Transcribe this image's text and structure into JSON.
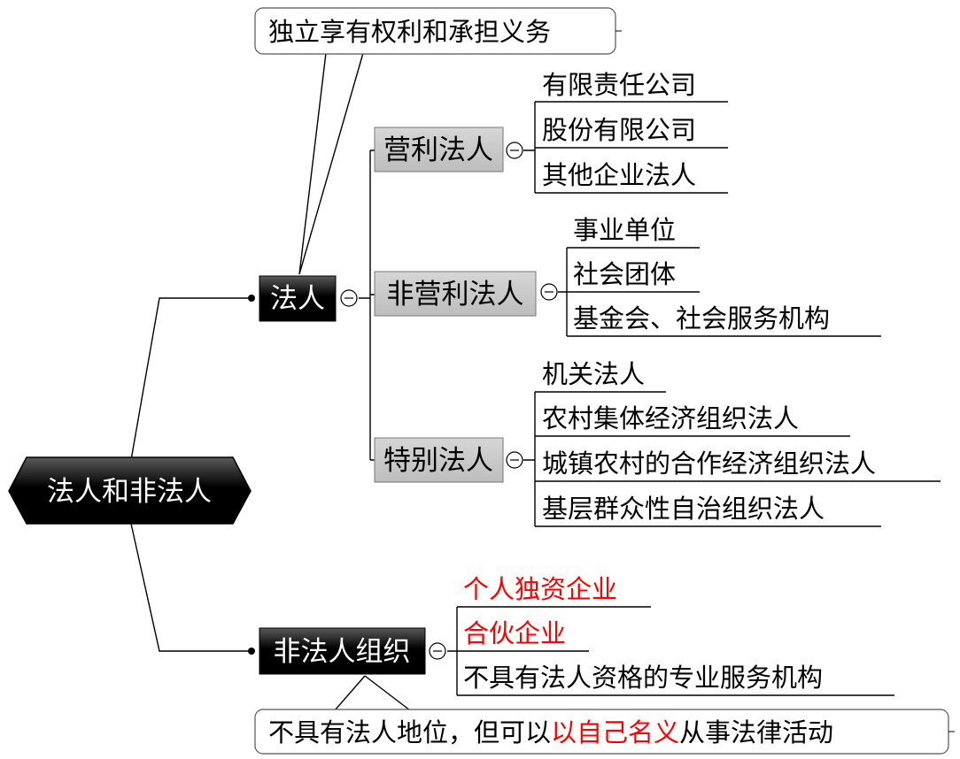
{
  "colors": {
    "accent_red": "#ff0000",
    "text": "#000000",
    "dark_node": "#111111",
    "grey_node": "#c8c8c8"
  },
  "root": {
    "label": "法人和非法人"
  },
  "faren": {
    "label": "法人",
    "callout": "独立享有权利和承担义务",
    "groups": [
      {
        "label": "营利法人",
        "items": [
          "有限责任公司",
          "股份有限公司",
          "其他企业法人"
        ]
      },
      {
        "label": "非营利法人",
        "items": [
          "事业单位",
          "社会团体",
          "基金会、社会服务机构"
        ]
      },
      {
        "label": "特别法人",
        "items": [
          "机关法人",
          "农村集体经济组织法人",
          "城镇农村的合作经济组织法人",
          "基层群众性自治组织法人"
        ]
      }
    ]
  },
  "feifaren": {
    "label": "非法人组织",
    "items": [
      {
        "text": "个人独资企业",
        "highlight": true
      },
      {
        "text": "合伙企业",
        "highlight": true
      },
      {
        "text": "不具有法人资格的专业服务机构",
        "highlight": false
      }
    ],
    "callout": {
      "part1": "不具有法人地位，但可以",
      "highlight": "以自己名义",
      "part2": "从事法律活动"
    }
  }
}
